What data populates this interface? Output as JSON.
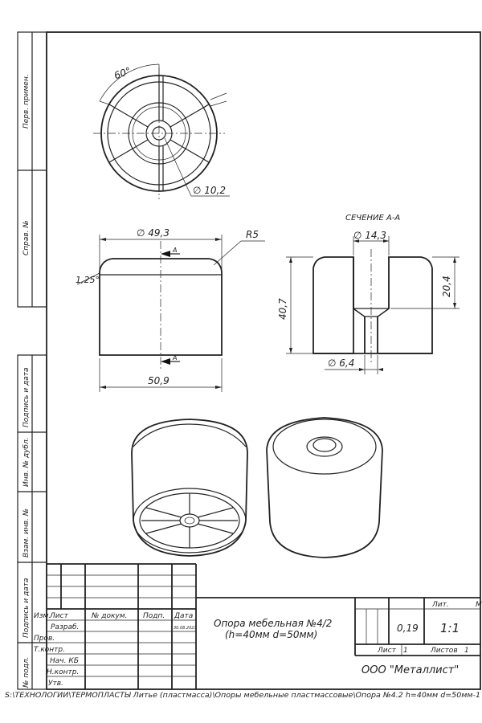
{
  "side_labels": {
    "perv_primen": "Перв. примен.",
    "sprav_no": "Справ. №",
    "podpis_data_1": "Подпись и дата",
    "inv_no_dubl": "Инв. № дубл.",
    "vzam_inv_no": "Взам. инв. №",
    "podpis_data_2": "Подпись и дата",
    "inv_no_podl": "№ подл."
  },
  "views": {
    "top_view": {
      "angle_label": "60°",
      "dia_label": "∅ 10,2"
    },
    "front_view": {
      "dia_top_label": "∅ 49,3",
      "radius_label": "R5",
      "chamfer_label": "1,25°",
      "dia_bottom_label": "50,9",
      "section_mark": "А"
    },
    "section_view": {
      "title": "СЕЧЕНИЕ А-А",
      "dia_top_label": "∅ 14,3",
      "height_label": "40,7",
      "inner_height_label": "20,4",
      "dia_bottom_label": "∅ 6,4"
    }
  },
  "title_block": {
    "headers": {
      "izm": "Изм.",
      "list": "Лист",
      "n_dokum": "№ докум.",
      "podp": "Подп.",
      "data": "Дата"
    },
    "rows": {
      "razrab": "Разраб.",
      "prov": "Пров.",
      "t_kontr": "Т.контр.",
      "nach_kb": "Нач. КБ",
      "n_kontr": "Н.контр.",
      "utv": "Утв."
    },
    "date_value": "30.08.2023",
    "title_line1": "Опора мебельная №4/2",
    "title_line2": "(h=40мм d=50мм)",
    "lit_header": "Лит.",
    "mass_value": "0,19",
    "scale_value": "1:1",
    "sheet_label": "Лист",
    "sheet_value": "1",
    "sheets_label": "Листов",
    "sheets_value": "1",
    "company": "ООО \"Металлист\"",
    "edge_letter": "М"
  },
  "file_path": "S:\\ТЕХНОЛОГИИ\\ТЕРМОПЛАСТЫ  Литье (пластмасса)\\Опоры мебельные пластмассовые\\Опора №4.2 h=40мм d=50мм-1"
}
